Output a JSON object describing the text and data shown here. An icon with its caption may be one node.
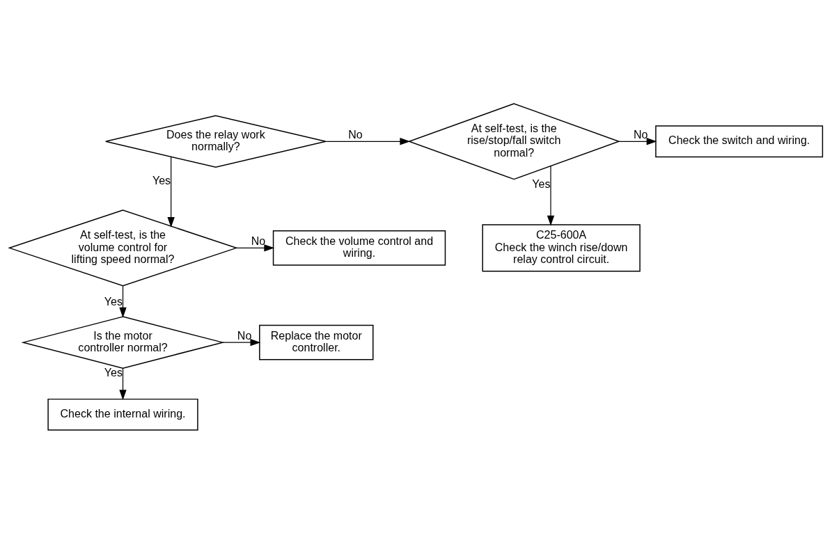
{
  "diagram": {
    "nodes": [
      {
        "text": [
          "Does the relay work normally?"
        ]
      },
      {
        "text": [
          "At self-test, is the rise/stop/fall switch normal?"
        ]
      },
      {
        "text": [
          "Check the switch and wiring."
        ]
      },
      {
        "text": [
          "C25-600A",
          "Check the winch rise/down relay control circuit."
        ]
      },
      {
        "text": [
          "At self-test, is the volume control for lifting speed normal?"
        ]
      },
      {
        "text": [
          "Check the volume control and wiring."
        ]
      },
      {
        "text": [
          "Is the motor controller normal?"
        ]
      },
      {
        "text": [
          "Replace the motor controller."
        ]
      },
      {
        "text": [
          "Check the internal wiring."
        ]
      }
    ],
    "edges": [
      {
        "from": 0,
        "to": 1,
        "arrow": "to",
        "label": "No"
      },
      {
        "from": 1,
        "to": 2,
        "arrow": "to",
        "label": "No"
      },
      {
        "from": 1,
        "to": 3,
        "arrow": "to",
        "label": "Yes"
      },
      {
        "from": 0,
        "to": 4,
        "arrow": "to",
        "label": "Yes"
      },
      {
        "from": 4,
        "to": 5,
        "arrow": "to",
        "label": "No"
      },
      {
        "from": 4,
        "to": 6,
        "arrow": "to",
        "label": "Yes"
      },
      {
        "from": 6,
        "to": 7,
        "arrow": "to",
        "label": "No"
      },
      {
        "from": 6,
        "to": 8,
        "arrow": "to",
        "label": "Yes"
      }
    ]
  }
}
